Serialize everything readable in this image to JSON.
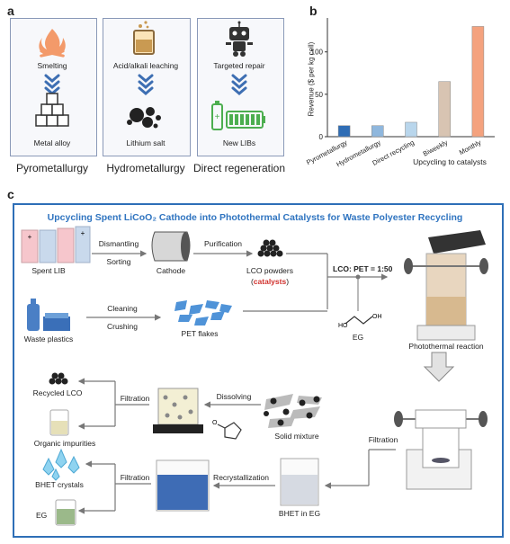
{
  "panel_labels": {
    "a": "a",
    "b": "b",
    "c": "c"
  },
  "panel_a": {
    "columns": [
      {
        "name": "Pyrometallurgy",
        "top_label": "Smelting",
        "bottom_label": "Metal alloy",
        "top_icon": "fire-icon",
        "bottom_icon": "cubes-icon"
      },
      {
        "name": "Hydrometallurgy",
        "top_label": "Acid/alkali leaching",
        "bottom_label": "Lithium salt",
        "top_icon": "beaker-icon",
        "bottom_icon": "spheres-icon"
      },
      {
        "name": "Direct regeneration",
        "top_label": "Targeted repair",
        "bottom_label": "New LIBs",
        "top_icon": "robot-icon",
        "bottom_icon": "battery-icon"
      }
    ]
  },
  "chart_data": {
    "type": "bar",
    "categories": [
      "Pyrometallurgy",
      "Hydrometallurgy",
      "Direct recycling",
      "Biweekly",
      "Monthly"
    ],
    "values": [
      13,
      13,
      17,
      65,
      130
    ],
    "colors": [
      "#2f6db5",
      "#8fb7dd",
      "#b9d6ec",
      "#d8c4b2",
      "#f4a27e"
    ],
    "group_label": "Upcycling to catalysts",
    "ylabel": "Revenue ($ per kg cell)",
    "yticks": [
      0,
      50,
      100
    ],
    "ylim": [
      0,
      140
    ]
  },
  "panel_c": {
    "title": "Upcycling Spent LiCoO₂ Cathode into Photothermal Catalysts for Waste Polyester Recycling",
    "labels": {
      "spent_lib": "Spent LIB",
      "dismantling": "Dismantling",
      "sorting": "Sorting",
      "cathode": "Cathode",
      "purification": "Purification",
      "lco_powders": "LCO powders",
      "catalysts": "catalysts",
      "ratio": "LCO: PET = 1:50",
      "waste_plastics": "Waste plastics",
      "cleaning": "Cleaning",
      "crushing": "Crushing",
      "pet_flakes": "PET flakes",
      "eg_mol": "EG",
      "photothermal": "Photothermal reaction",
      "recycled_lco": "Recycled LCO",
      "filtration1": "Filtration",
      "dissolving": "Dissolving",
      "solid_mixture": "Solid mixture",
      "organic_impurities": "Organic impurities",
      "filtration_right": "Filtration",
      "bhet_crystals": "BHET crystals",
      "filtration2": "Filtration",
      "recrystallization": "Recrystallization",
      "eg": "EG",
      "bhet_in_eg": "BHET in EG"
    }
  }
}
